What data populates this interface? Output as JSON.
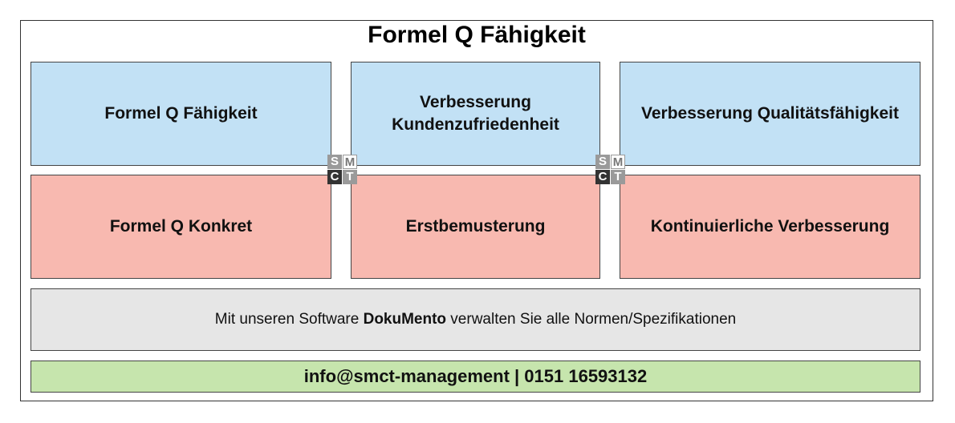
{
  "title": "Formel Q Fähigkeit",
  "colors": {
    "blue_box": "#c2e1f5",
    "red_box": "#f8b9b0",
    "gray_box": "#e6e6e6",
    "green_box": "#c6e5ad"
  },
  "top_row": [
    {
      "label": "Formel Q Fähigkeit"
    },
    {
      "label_line1": "Verbesserung",
      "label_line2": "Kundenzufriedenheit"
    },
    {
      "label": "Verbesserung Qualitätsfähigkeit"
    }
  ],
  "bottom_row": [
    {
      "label": "Formel Q Konkret"
    },
    {
      "label": "Erstbemusterung"
    },
    {
      "label": "Kontinuierliche Verbesserung"
    }
  ],
  "logo": {
    "letters": [
      "S",
      "M",
      "C",
      "T"
    ]
  },
  "info_bar": {
    "prefix": "Mit unseren Software ",
    "product": "DokuMento",
    "suffix": " verwalten Sie alle Normen/Spezifikationen"
  },
  "contact": "info@smct-management | 0151 16593132"
}
